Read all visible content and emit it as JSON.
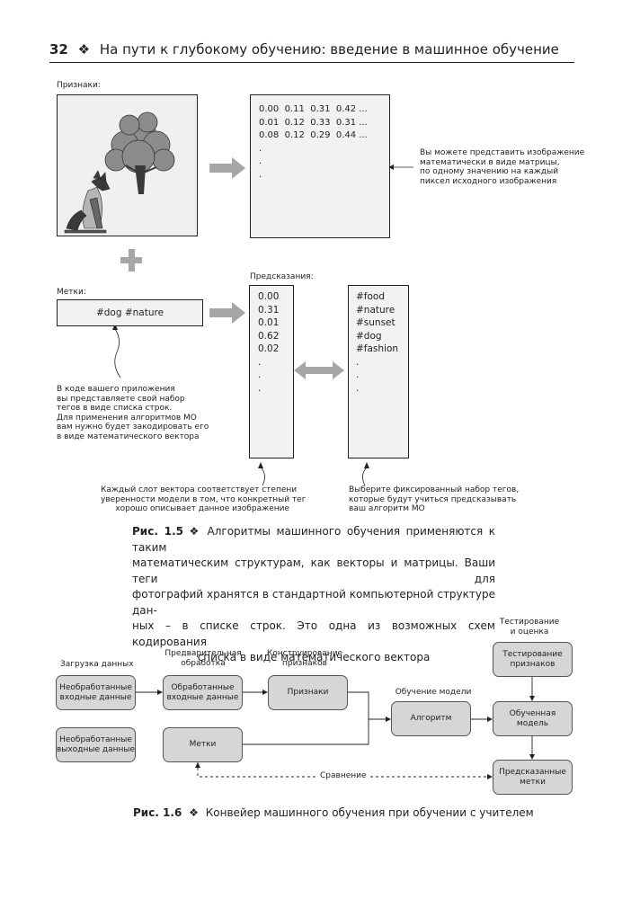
{
  "header": {
    "page_number": "32",
    "separator": "❖",
    "title": "На пути к глубокому обучению: введение в машинное обучение"
  },
  "figure1": {
    "features_label": "Признаки:",
    "matrix_rows": [
      "0.00  0.11  0.31  0.42 ...",
      "0.01  0.12  0.33  0.31 ...",
      "0.08  0.12  0.29  0.44 ...",
      ".",
      ".",
      "."
    ],
    "matrix_note": [
      "Вы можете представить изображение",
      "математически в виде матрицы,",
      "по одному значению на каждый",
      "пиксел исходного изображения"
    ],
    "labels_label": "Метки:",
    "labels_value": "#dog #nature",
    "predictions_label": "Предсказания:",
    "prediction_values": [
      "0.00",
      "0.31",
      "0.01",
      "0.62",
      "0.02",
      ".",
      ".",
      "."
    ],
    "tag_values": [
      "#food",
      "#nature",
      "#sunset",
      "#dog",
      "#fashion",
      ".",
      ".",
      "."
    ],
    "code_note": [
      "В коде вашего приложения",
      "вы представляете свой набор",
      "тегов в виде списка строк.",
      "Для применения алгоритмов МО",
      "вам нужно будет закодировать его",
      "в виде математического вектора"
    ],
    "slot_note": [
      "Каждый слот вектора соответствует степени",
      "уверенности модели в том, что конкретный тег",
      "хорошо описывает данное изображение"
    ],
    "tagset_note": [
      "Выберите фиксированный набор тегов,",
      "которые будут учиться предсказывать",
      "ваш алгоритм МО"
    ],
    "caption_label": "Рис. 1.5",
    "caption_sep": "❖",
    "caption_lines": [
      "Алгоритмы машинного обучения применяются к таким",
      "математическим структурам, как векторы и матрицы. Ваши теги для",
      "фотографий хранятся в стандартной компьютерной структуре дан-",
      "ных – в списке строк. Это одна из возможных схем кодирования",
      "списка в виде математического вектора"
    ]
  },
  "figure2": {
    "stages": {
      "load": "Загрузка данных",
      "preprocess": [
        "Предварительная",
        "обработка"
      ],
      "features": [
        "Конструирование",
        "признаков"
      ],
      "train": "Обучение модели",
      "test": [
        "Тестирование",
        "и оценка"
      ]
    },
    "boxes": {
      "raw_input": [
        "Необработанные",
        "входные данные"
      ],
      "raw_output": [
        "Необработанные",
        "выходные данные"
      ],
      "processed_input": [
        "Обработанные",
        "входные данные"
      ],
      "labels": "Метки",
      "features": "Признаки",
      "algorithm": "Алгоритм",
      "test_features": [
        "Тестирование",
        "признаков"
      ],
      "trained_model": [
        "Обученная",
        "модель"
      ],
      "predicted_labels": [
        "Предсказанные",
        "метки"
      ]
    },
    "comparison": "Сравнение",
    "caption_label": "Рис. 1.6",
    "caption_sep": "❖",
    "caption_text": "Конвейер машинного обучения при обучении с учителем"
  }
}
